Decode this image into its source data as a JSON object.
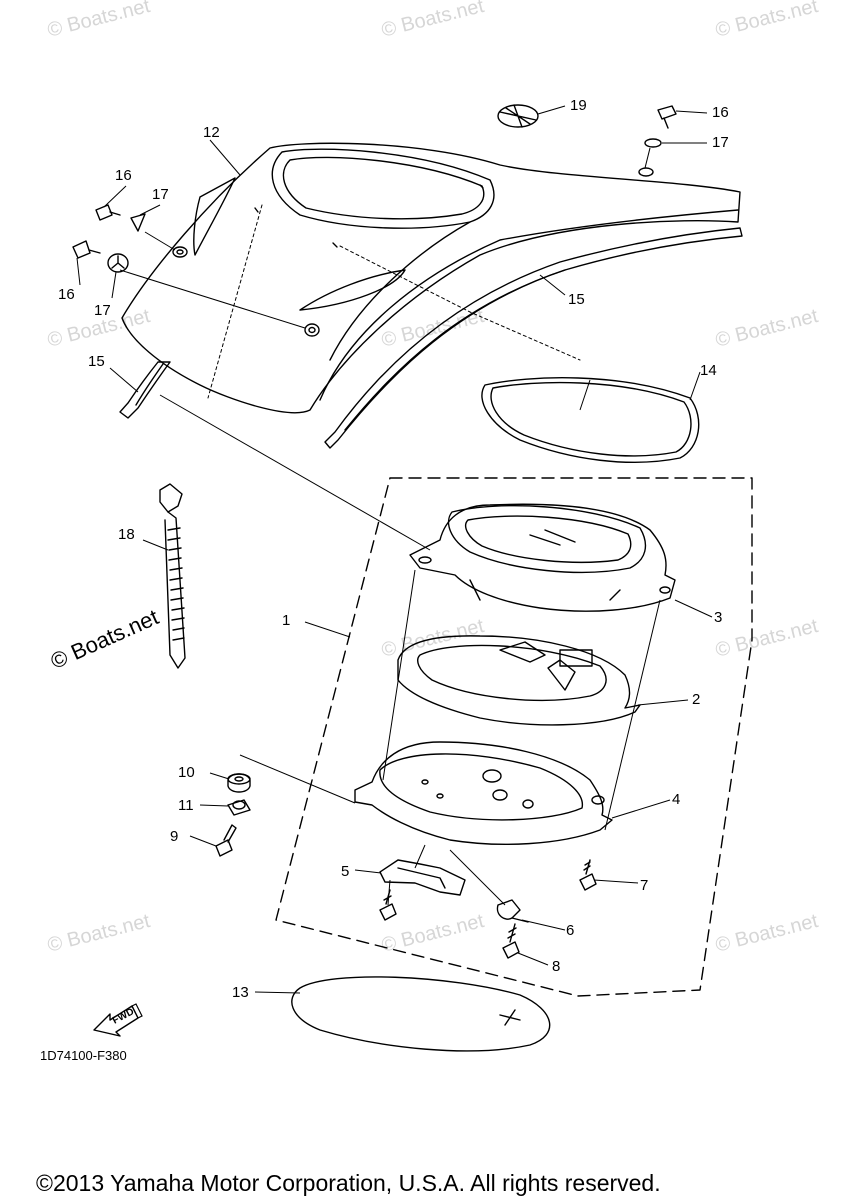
{
  "watermark": {
    "text": "© Boats.net"
  },
  "parts": [
    {
      "id": "1",
      "label": "1"
    },
    {
      "id": "2",
      "label": "2"
    },
    {
      "id": "3",
      "label": "3"
    },
    {
      "id": "4",
      "label": "4"
    },
    {
      "id": "5",
      "label": "5"
    },
    {
      "id": "6",
      "label": "6"
    },
    {
      "id": "7",
      "label": "7"
    },
    {
      "id": "8",
      "label": "8"
    },
    {
      "id": "9",
      "label": "9"
    },
    {
      "id": "10",
      "label": "10"
    },
    {
      "id": "11",
      "label": "11"
    },
    {
      "id": "12",
      "label": "12"
    },
    {
      "id": "13",
      "label": "13"
    },
    {
      "id": "14",
      "label": "14"
    },
    {
      "id": "15",
      "label": "15"
    },
    {
      "id": "16",
      "label": "16"
    },
    {
      "id": "17",
      "label": "17"
    },
    {
      "id": "18",
      "label": "18"
    },
    {
      "id": "19",
      "label": "19"
    }
  ],
  "fwd_label": "FWD",
  "drawing_code": "1D74100-F380",
  "copyright": "©2013 Yamaha Motor Corporation, U.S.A. All rights reserved."
}
